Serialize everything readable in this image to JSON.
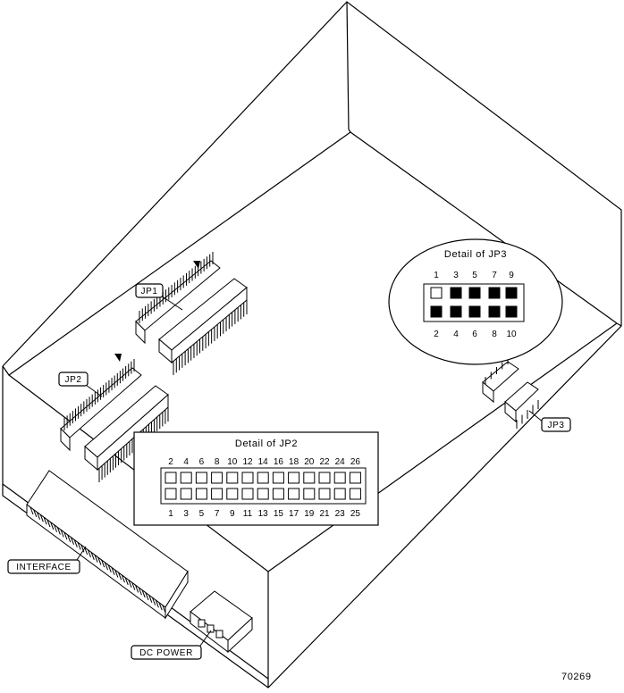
{
  "labels": {
    "jp1": "JP1",
    "jp2": "JP2",
    "jp3": "JP3",
    "interface": "INTERFACE",
    "dc_power": "DC POWER"
  },
  "detail_jp3": {
    "title": "Detail of JP3",
    "top_numbers": [
      "1",
      "3",
      "5",
      "7",
      "9"
    ],
    "bottom_numbers": [
      "2",
      "4",
      "6",
      "8",
      "10"
    ],
    "top_row_filled": [
      false,
      true,
      true,
      true,
      true
    ],
    "bottom_row_filled": [
      true,
      true,
      true,
      true,
      true
    ]
  },
  "detail_jp2": {
    "title": "Detail of JP2",
    "top_numbers": [
      "2",
      "4",
      "6",
      "8",
      "10",
      "12",
      "14",
      "16",
      "18",
      "20",
      "22",
      "24",
      "26"
    ],
    "bottom_numbers": [
      "1",
      "3",
      "5",
      "7",
      "9",
      "11",
      "13",
      "15",
      "17",
      "19",
      "21",
      "23",
      "25"
    ],
    "top_row_filled": [
      false,
      false,
      false,
      false,
      false,
      false,
      false,
      false,
      false,
      false,
      false,
      false,
      false
    ],
    "bottom_row_filled": [
      false,
      false,
      false,
      false,
      false,
      false,
      false,
      false,
      false,
      false,
      false,
      false,
      false
    ]
  },
  "figure_number": "70269",
  "colors": {
    "line": "#000000",
    "background": "#ffffff"
  }
}
